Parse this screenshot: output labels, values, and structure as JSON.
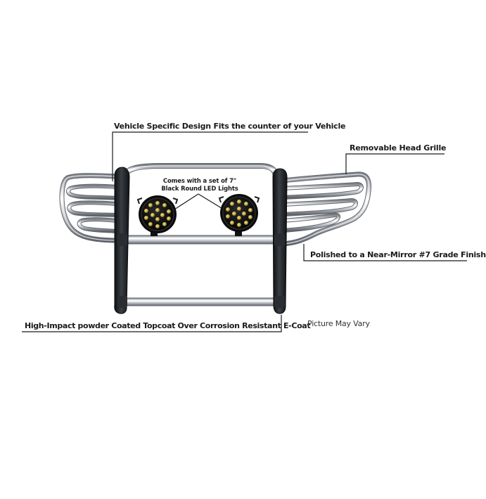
{
  "image": {
    "subject": "stainless steel grille guard with two round LED lights"
  },
  "callouts": {
    "vehicle_specific": "Vehicle Specific Design Fits the counter of your Vehicle",
    "removable_grille": "Removable Head Grille",
    "polished_finish": "Polished to a Near-Mirror #7 Grade Finish",
    "powder_coat": "High-Impact powder Coated Topcoat Over Corrosion Resistant E-Coat",
    "led_lights": "Comes with a set of 7\" Black Round LED Lights"
  },
  "disclaimer": "Picture May Vary",
  "colors": {
    "chrome_light": "#ffffff",
    "chrome_mid": "#c9cdd2",
    "chrome_dark": "#6c7178",
    "upright_black": "#1c1f22",
    "light_body": "#111111",
    "led_yellow": "#c9b04a",
    "leader_line": "#1a1a1a"
  }
}
